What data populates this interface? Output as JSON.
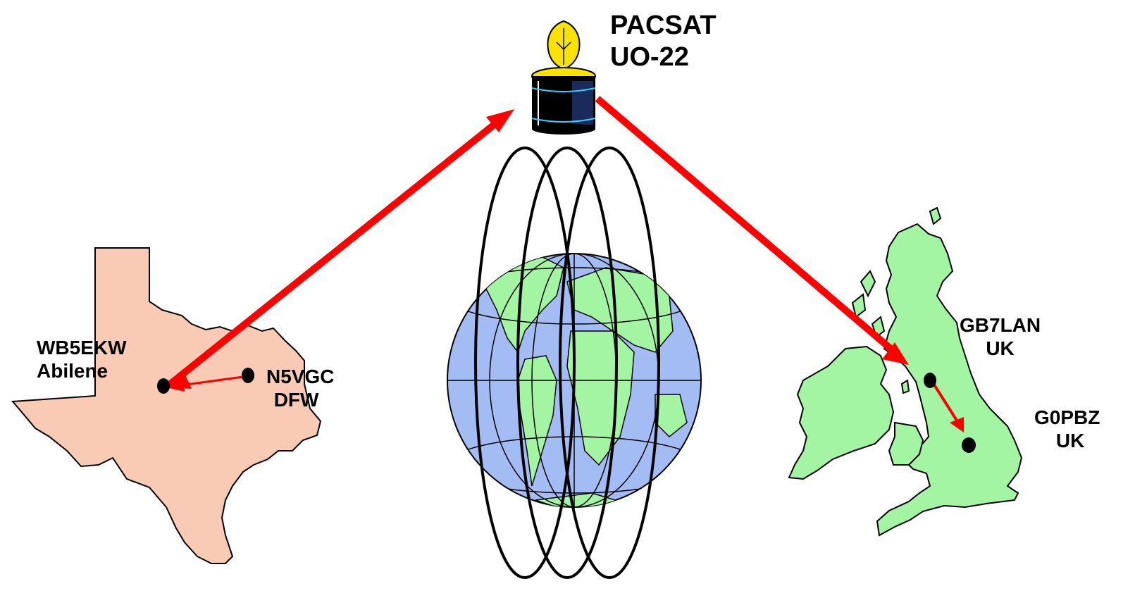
{
  "satellite": {
    "name_line1": "PACSAT",
    "name_line2": "UO-22"
  },
  "stations": {
    "wb5ekw": {
      "call": "WB5EKW",
      "location": "Abilene"
    },
    "n5vgc": {
      "call": "N5VGC",
      "location": "DFW"
    },
    "gb7lan": {
      "call": "GB7LAN",
      "location": "UK"
    },
    "g0pbz": {
      "call": "G0PBZ",
      "location": "UK"
    }
  },
  "regions": [
    "Texas",
    "United Kingdom",
    "Earth"
  ],
  "colors": {
    "link_arrow": "#ff0000",
    "texas_fill": "#f9cbb5",
    "land_fill": "#a3f5a3",
    "ocean_fill": "#a4bcf4",
    "satellite_body": "#000000",
    "solar_panel": "#f7e200",
    "antenna_band": "#33ccff",
    "orbit_line": "#000000"
  },
  "icons": [
    "satellite-icon",
    "globe-icon",
    "station-dot-icon"
  ]
}
